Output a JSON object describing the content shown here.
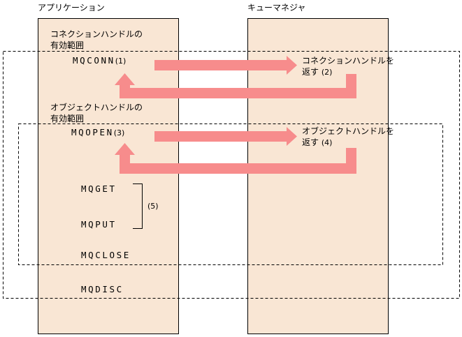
{
  "headers": {
    "application": "アプリケーション",
    "queue_manager": "キューマネジャ"
  },
  "scopes": {
    "connection_line1": "コネクションハンドルの",
    "connection_line2": "有効範囲",
    "object_line1": "オブジェクトハンドルの",
    "object_line2": "有効範囲"
  },
  "calls": {
    "mqconn": "MQCONN",
    "mqconn_step": "(1)",
    "mqopen": "MQOPEN",
    "mqopen_step": "(3)",
    "mqget": "MQGET",
    "mqput": "MQPUT",
    "get_put_step": "(5)",
    "mqclose": "MQCLOSE",
    "mqdisc": "MQDISC"
  },
  "returns": {
    "connection_line1": "コネクションハンドルを",
    "connection_line2": "返す",
    "connection_step": "(2)",
    "object_line1": "オブジェクトハンドルを",
    "object_line2": "返す",
    "object_step": "(4)"
  },
  "colors": {
    "panel_fill": "#f9e6d4",
    "panel_border": "#000000",
    "arrow": "#f78c8c",
    "scope_border": "#000000"
  }
}
